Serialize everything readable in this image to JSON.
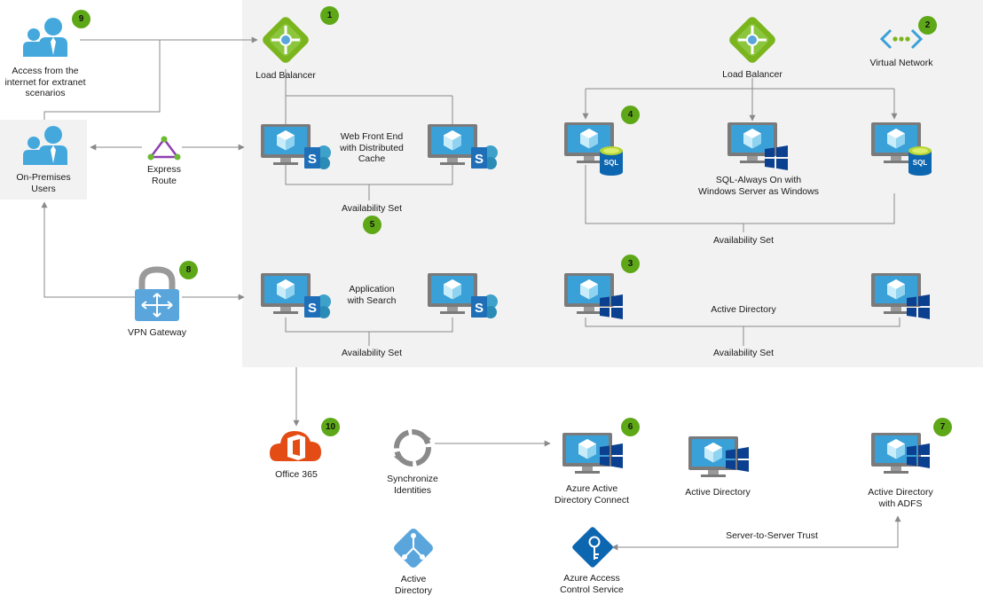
{
  "nodes": {
    "lb_left": "Load Balancer",
    "lb_right": "Load Balancer",
    "virtual_network": "Virtual Network",
    "internet_users": "Access from the\ninternet for extranet\nscenarios",
    "onprem_users": "On-Premises\nUsers",
    "express_route": "Express\nRoute",
    "vpn_gateway": "VPN Gateway",
    "web_front_end": "Web Front End\nwith Distributed\nCache",
    "application_search": "Application\nwith Search",
    "sql_always_on": "SQL-Always On with\nWindows Server as Windows",
    "active_directory_vnet": "Active Directory",
    "office365": "Office 365",
    "sync_identities": "Synchronize\nIdentities",
    "active_directory_bottom": "Active\nDirectory",
    "aad_connect": "Azure Active\nDirectory Connect",
    "active_directory_onprem": "Active Directory",
    "ad_adfs": "Active Directory\nwith ADFS",
    "access_control": "Azure Access\nControl Service"
  },
  "availability_sets": {
    "web": "Availability Set",
    "app": "Availability Set",
    "sql": "Availability Set",
    "ad": "Availability Set"
  },
  "edges": {
    "server_trust": "Server-to-Server Trust"
  },
  "badges": {
    "b1": "1",
    "b2": "2",
    "b3": "3",
    "b4": "4",
    "b5": "5",
    "b6": "6",
    "b7": "7",
    "b8": "8",
    "b9": "9",
    "b10": "10"
  },
  "icon_text": {
    "sql": "SQL"
  },
  "colors": {
    "vnet_background": "#f2f2f2",
    "badge": "#5ea818",
    "load_balancer": "#7ab51d",
    "monitor": "#7a7a7a",
    "screen": "#3aa0d8",
    "sharepoint": "#1e6fb8",
    "windows": "#0b3f8f",
    "sql": "#0d66b0",
    "office": "#e34c14",
    "connector": "#8a8a8a",
    "user": "#45a8dd"
  }
}
